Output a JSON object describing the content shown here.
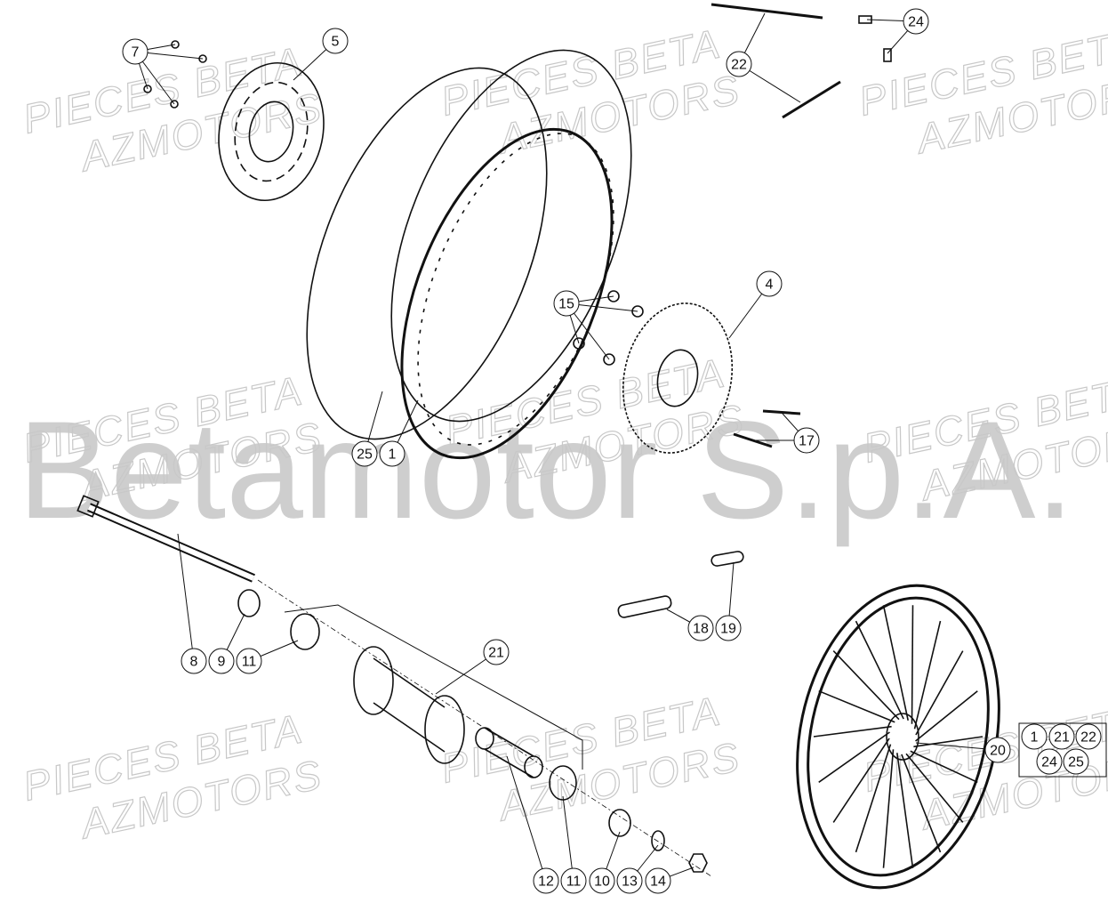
{
  "watermarks": {
    "line1": "PIECES BETA",
    "line2": "AZMOTORS",
    "big": "Betamotor S.p.A."
  },
  "callouts": [
    "7",
    "5",
    "22",
    "24",
    "15",
    "4",
    "17",
    "25",
    "1",
    "8",
    "9",
    "11",
    "21",
    "18",
    "19",
    "20",
    "12",
    "11",
    "10",
    "13",
    "14"
  ],
  "kit_box": [
    "1",
    "21",
    "22",
    "24",
    "25"
  ],
  "colors": {
    "line": "#111111",
    "watermark": "#bdbdbd"
  }
}
